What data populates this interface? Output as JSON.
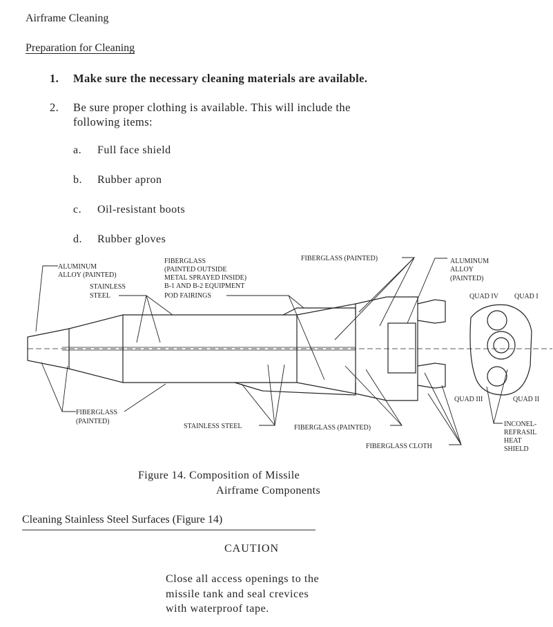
{
  "header": {
    "title": "Airframe Cleaning"
  },
  "preparation": {
    "heading": "Preparation for Cleaning",
    "steps": [
      {
        "num": "1.",
        "text": "Make sure the necessary cleaning materials are available."
      },
      {
        "num": "2.",
        "line1": "Be sure proper clothing is available.  This will  include the",
        "line2": "following items:"
      }
    ],
    "items": [
      {
        "letter": "a.",
        "text": "Full face shield"
      },
      {
        "letter": "b.",
        "text": "Rubber apron"
      },
      {
        "letter": "c.",
        "text": "Oil-resistant boots"
      },
      {
        "letter": "d.",
        "text": "Rubber gloves"
      }
    ]
  },
  "figure": {
    "labels": {
      "aluminum_left_1": "ALUMINUM",
      "aluminum_left_2": "ALLOY (PAINTED)",
      "stainless_1": "STAINLESS",
      "stainless_2": "STEEL",
      "fiberglass_top_1": "FIBERGLASS",
      "fiberglass_top_2": "(PAINTED OUTSIDE",
      "fiberglass_top_3": "METAL SPRAYED INSIDE)",
      "fiberglass_top_4": "B-1 AND B-2 EQUIPMENT",
      "fiberglass_top_5": "POD FAIRINGS",
      "fiberglass_painted_top": "FIBERGLASS (PAINTED)",
      "aluminum_right_1": "ALUMINUM",
      "aluminum_right_2": "ALLOY",
      "aluminum_right_3": "(PAINTED)",
      "quad_iv": "QUAD IV",
      "quad_i": "QUAD I",
      "quad_iii": "QUAD III",
      "quad_ii": "QUAD II",
      "fiberglass_left_1": "FIBERGLASS",
      "fiberglass_left_2": "(PAINTED)",
      "stainless_bottom": "STAINLESS STEEL",
      "fiberglass_painted_bottom": "FIBERGLASS (PAINTED)",
      "fiberglass_cloth": "FIBERGLASS CLOTH",
      "inconel_1": "INCONEL-",
      "inconel_2": "REFRASIL",
      "inconel_3": "HEAT",
      "inconel_4": "SHIELD"
    },
    "caption_line1": "Figure 14.   Composition of Missile",
    "caption_line2": "Airframe Components"
  },
  "stainless_section": {
    "heading": "Cleaning Stainless Steel Surfaces (Figure 14)",
    "caution_title": "CAUTION",
    "caution_line1": "Close all access openings to the",
    "caution_line2": "missile tank and seal crevices",
    "caution_line3": "with waterproof tape."
  }
}
